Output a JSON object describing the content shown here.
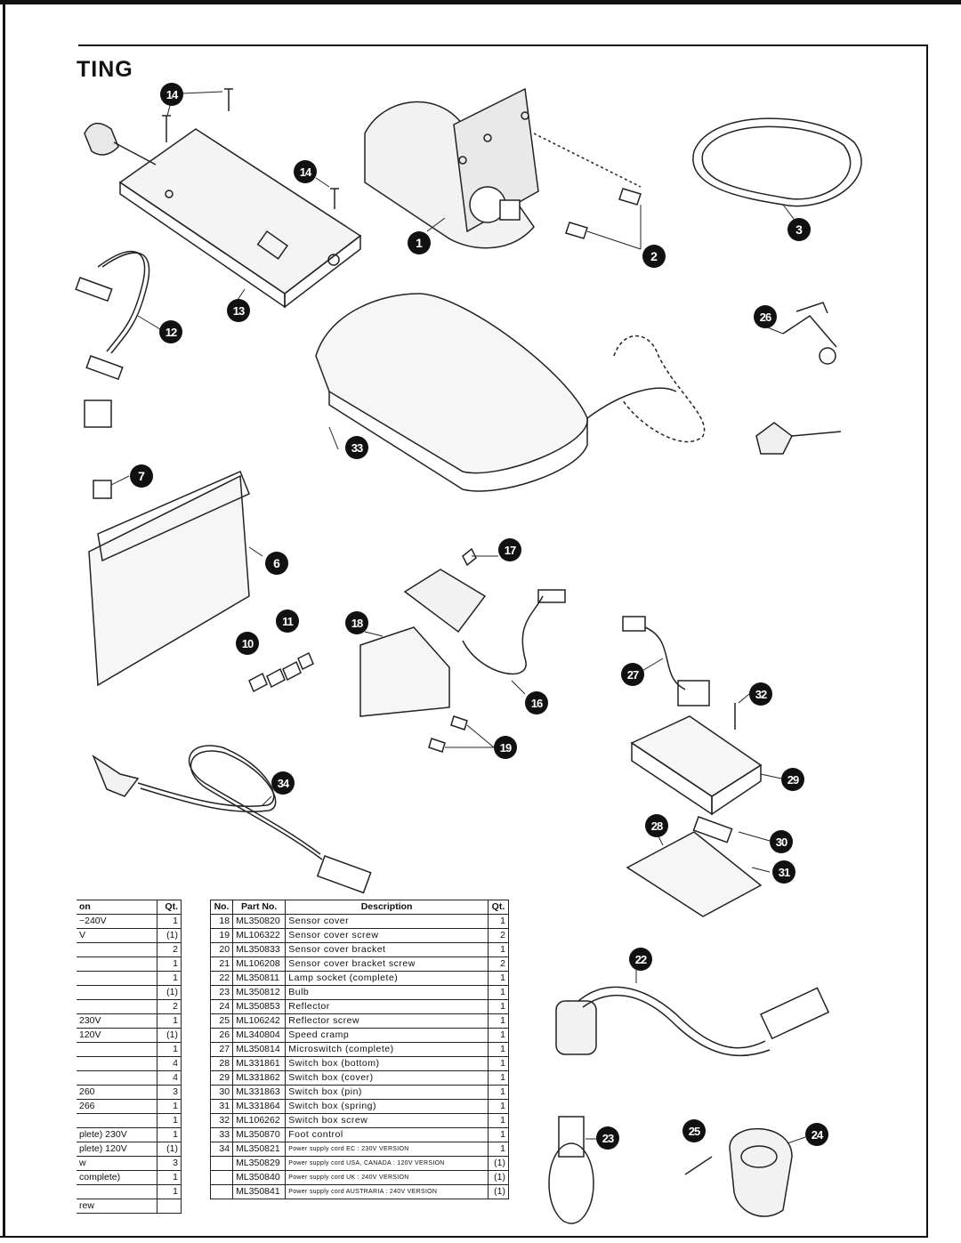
{
  "page": {
    "title": "TING"
  },
  "callouts": [
    {
      "label": "1"
    },
    {
      "label": "2"
    },
    {
      "label": "3"
    },
    {
      "label": "6"
    },
    {
      "label": "7"
    },
    {
      "label": "10"
    },
    {
      "label": "11"
    },
    {
      "label": "12"
    },
    {
      "label": "13"
    },
    {
      "label": "14"
    },
    {
      "label": "14"
    },
    {
      "label": "16"
    },
    {
      "label": "17"
    },
    {
      "label": "18"
    },
    {
      "label": "19"
    },
    {
      "label": "22"
    },
    {
      "label": "23"
    },
    {
      "label": "24"
    },
    {
      "label": "25"
    },
    {
      "label": "26"
    },
    {
      "label": "27"
    },
    {
      "label": "28"
    },
    {
      "label": "29"
    },
    {
      "label": "30"
    },
    {
      "label": "31"
    },
    {
      "label": "32"
    },
    {
      "label": "33"
    },
    {
      "label": "34"
    }
  ],
  "left_table": {
    "headers": {
      "description": "on",
      "qty": "Qt."
    },
    "rows": [
      {
        "description": "~240V",
        "qty": "1"
      },
      {
        "description": "V",
        "qty": "(1)"
      },
      {
        "description": "",
        "qty": "2"
      },
      {
        "description": "",
        "qty": "1"
      },
      {
        "description": "",
        "qty": "1"
      },
      {
        "description": "",
        "qty": "(1)"
      },
      {
        "description": "",
        "qty": "2"
      },
      {
        "description": "230V",
        "qty": "1"
      },
      {
        "description": "120V",
        "qty": "(1)"
      },
      {
        "description": "",
        "qty": "1"
      },
      {
        "description": "",
        "qty": "4"
      },
      {
        "description": "",
        "qty": "4"
      },
      {
        "description": "260",
        "qty": "3"
      },
      {
        "description": "266",
        "qty": "1"
      },
      {
        "description": "",
        "qty": "1"
      },
      {
        "description": "plete)  230V",
        "qty": "1"
      },
      {
        "description": "plete)  120V",
        "qty": "(1)"
      },
      {
        "description": "w",
        "qty": "3"
      },
      {
        "description": "complete)",
        "qty": "1"
      },
      {
        "description": "",
        "qty": "1"
      },
      {
        "description": "rew",
        "qty": ""
      }
    ]
  },
  "right_table": {
    "headers": {
      "no": "No.",
      "part_no": "Part No.",
      "description": "Description",
      "qty": "Qt."
    },
    "rows": [
      {
        "no": "18",
        "part_no": "ML350820",
        "description": "Sensor cover",
        "qty": "1"
      },
      {
        "no": "19",
        "part_no": "ML106322",
        "description": "Sensor cover screw",
        "qty": "2"
      },
      {
        "no": "20",
        "part_no": "ML350833",
        "description": "Sensor cover bracket",
        "qty": "1"
      },
      {
        "no": "21",
        "part_no": "ML106208",
        "description": "Sensor cover bracket screw",
        "qty": "2"
      },
      {
        "no": "22",
        "part_no": "ML350811",
        "description": "Lamp socket (complete)",
        "qty": "1"
      },
      {
        "no": "23",
        "part_no": "ML350812",
        "description": "Bulb",
        "qty": "1"
      },
      {
        "no": "24",
        "part_no": "ML350853",
        "description": "Reflector",
        "qty": "1"
      },
      {
        "no": "25",
        "part_no": "ML106242",
        "description": "Reflector screw",
        "qty": "1"
      },
      {
        "no": "26",
        "part_no": "ML340804",
        "description": "Speed cramp",
        "qty": "1"
      },
      {
        "no": "27",
        "part_no": "ML350814",
        "description": "Microswitch (complete)",
        "qty": "1"
      },
      {
        "no": "28",
        "part_no": "ML331861",
        "description": "Switch box (bottom)",
        "qty": "1"
      },
      {
        "no": "29",
        "part_no": "ML331862",
        "description": "Switch box (cover)",
        "qty": "1"
      },
      {
        "no": "30",
        "part_no": "ML331863",
        "description": "Switch box (pin)",
        "qty": "1"
      },
      {
        "no": "31",
        "part_no": "ML331864",
        "description": "Switch box (spring)",
        "qty": "1"
      },
      {
        "no": "32",
        "part_no": "ML106262",
        "description": "Switch box screw",
        "qty": "1"
      },
      {
        "no": "33",
        "part_no": "ML350870",
        "description": "Foot control",
        "qty": "1"
      },
      {
        "no": "34",
        "part_no": "ML350821",
        "description": "Power supply cord EC : 230V VERSION",
        "qty": "1",
        "small": true
      },
      {
        "no": "",
        "part_no": "ML350829",
        "description": "Power supply cord USA, CANADA : 120V VERSION",
        "qty": "(1)",
        "small": true
      },
      {
        "no": "",
        "part_no": "ML350840",
        "description": "Power supply cord UK : 240V VERSION",
        "qty": "(1)",
        "small": true
      },
      {
        "no": "",
        "part_no": "ML350841",
        "description": "Power supply cord AUSTRARIA : 240V VERSION",
        "qty": "(1)",
        "small": true
      }
    ]
  }
}
